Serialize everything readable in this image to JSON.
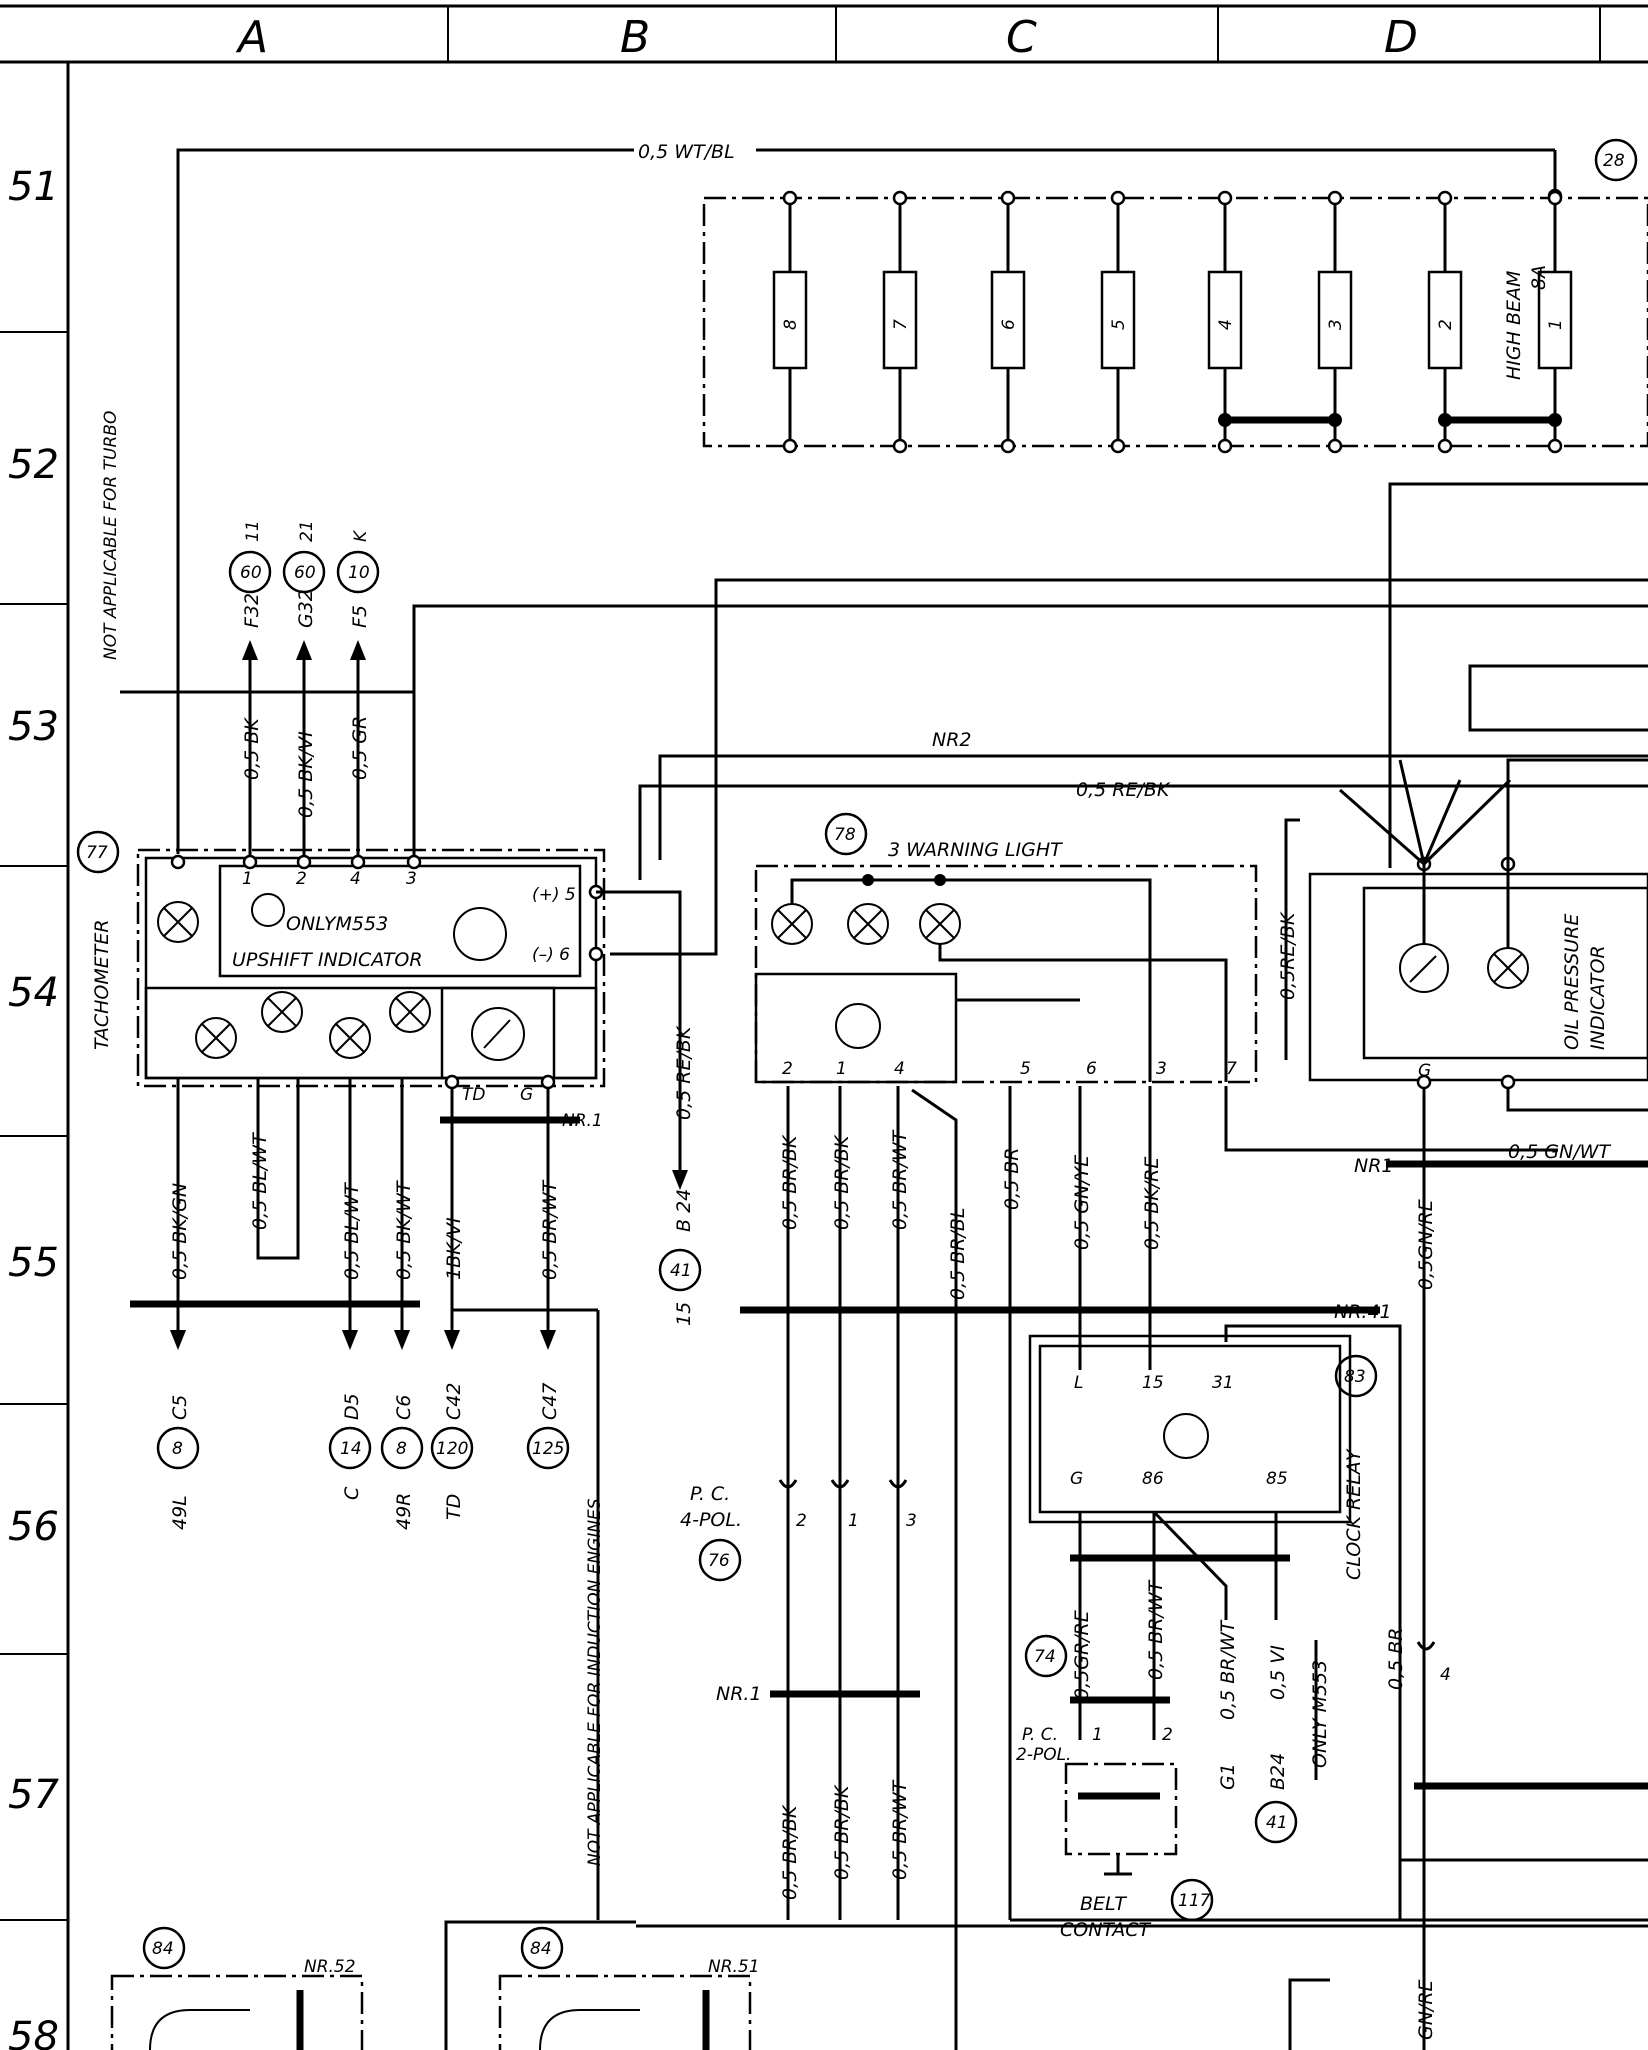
{
  "columns": [
    "A",
    "B",
    "C",
    "D"
  ],
  "rows": [
    "51",
    "52",
    "53",
    "54",
    "55",
    "56",
    "57",
    "58"
  ],
  "components": {
    "c28": "28",
    "c77": "77",
    "c78": "78",
    "c83": "83",
    "c76": "76",
    "c74": "74",
    "c117": "117",
    "c84a": "84",
    "c84b": "84",
    "c41": "41",
    "c41b": "41",
    "c60a": "60",
    "c60b": "60",
    "c10": "10",
    "c8a": "8",
    "c14": "14",
    "c8b": "8",
    "c120": "120",
    "c125": "125"
  },
  "labels": {
    "high_beam": "HIGH BEAM",
    "fuse_8a": "8A",
    "not_turbo": "NOT APPLICABLE FOR TURBO",
    "tachometer": "TACHOMETER",
    "only_m553_box": "ONLYM553",
    "upshift": "UPSHIFT INDICATOR",
    "warning3": "3  WARNING LIGHT",
    "oil_pressure": "OIL PRESSURE",
    "indicator": "INDICATOR",
    "clock_relay": "CLOCK RELAY",
    "pc": "P. C.",
    "pol4": "4-POL.",
    "pc2": "P. C.",
    "pol2": "2-POL.",
    "belt": "BELT",
    "contact": "CONTACT",
    "not_induction": "NOT APPLICABLE FOR INDUCTION ENGINES",
    "only_m553_v": "ONLY  M553",
    "nr2": "NR2",
    "nr1_a": "NR.1",
    "nr1_b": "NR1",
    "nr41": "NR.41",
    "nr1_c": "NR.1",
    "nr52": "NR.52",
    "nr51": "NR.51",
    "plus5": "(+) 5",
    "minus6": "(–) 6",
    "td": "TD",
    "g": "G",
    "g_oil": "G"
  },
  "wires": {
    "w_top": "0,5 WT/BL",
    "w_rebk": "0,5 RE/BK",
    "w_gnwt": "0,5 GN/WT",
    "w_bk": "0,5 BK",
    "w_bkvi": "0,5 BK/VI",
    "w_gr": "0,5 GR",
    "w_bkgn": "0,5 BK/GN",
    "w_blwt1": "0,5 BL/WT",
    "w_blwt2": "0,5 BL/WT",
    "w_bkwt": "0,5 BK/WT",
    "w_1bkvi": "1BK/VI",
    "w_brwt1": "0,5 BR/WT",
    "w_rebk2": "0,5 RE/BK",
    "w_b24": "B 24",
    "w_15": "15",
    "w_brbk1": "0,5 BR/BK",
    "w_brbk2": "0,5 BR/BK",
    "w_brwt2": "0,5 BR/WT",
    "w_brbl": "0,5 BR/BL",
    "w_br": "0,5 BR",
    "w_gnye": "0,5 GN/YE",
    "w_bkre": "0,5 BK/RE",
    "w_rebk3": "0,5RE/BK",
    "w_gnre": "0,5GN/RE",
    "w_grre": "0,5GR/RE",
    "w_brwt3": "0,5 BR/WT",
    "w_brwt4": "0,5 BR/WT",
    "w_vi": "0,5 VI",
    "w_br2": "0,5 BR",
    "w_brbk3": "0,5 BR/BK",
    "w_brbk4": "0,5 BR/BK",
    "w_brwt5": "0,5 BR/WT",
    "w_gnre2": "GN/RE"
  },
  "refs": {
    "f32": "F32",
    "g32": "G32",
    "f5": "F5",
    "r11": "11",
    "r21": "21",
    "rk": "K",
    "c5": "C5",
    "d5": "D5",
    "c6": "C6",
    "c42": "C42",
    "c47": "C47",
    "r49l": "49L",
    "rc": "C",
    "r49r": "49R",
    "rtd": "TD",
    "g1": "G1",
    "b24": "B24"
  },
  "pins": {
    "p1": "1",
    "p2": "2",
    "p4": "4",
    "p3": "3",
    "q2": "2",
    "q1": "1",
    "q4": "4",
    "q5": "5",
    "q6": "6",
    "q3": "3",
    "q7": "7",
    "rl": "L",
    "r15": "15",
    "r31": "31",
    "rg": "G",
    "r86": "86",
    "r85": "85",
    "pc2": "2",
    "pc1": "1",
    "pc3": "3",
    "s1": "1",
    "s2": "2",
    "s4": "4"
  },
  "fuses": [
    "8",
    "7",
    "6",
    "5",
    "4",
    "3",
    "2",
    "1"
  ]
}
